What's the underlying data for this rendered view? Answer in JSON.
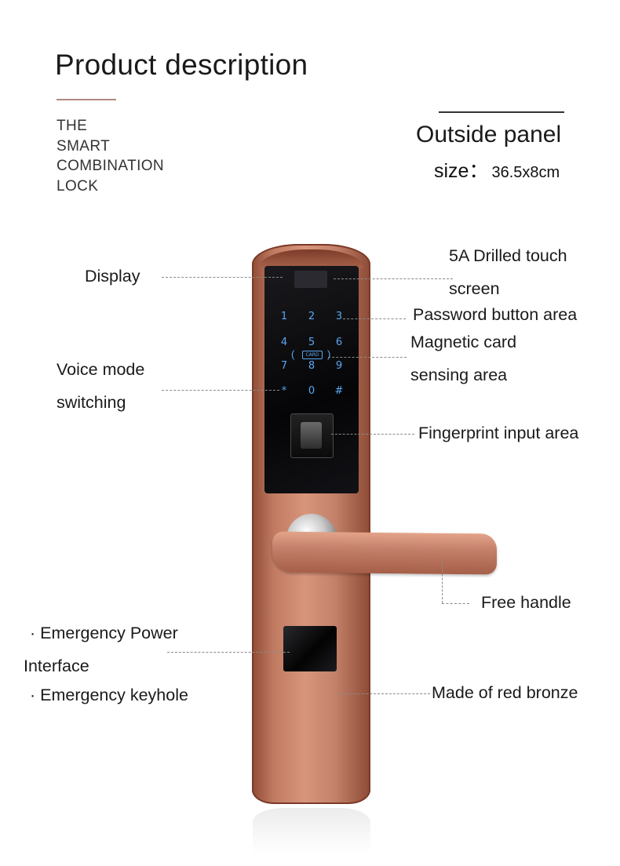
{
  "heading": {
    "title": "Product description",
    "subtitle_lines": [
      "THE",
      "SMART",
      "COMBINATION",
      "LOCK"
    ]
  },
  "panel": {
    "title": "Outside panel",
    "size_label": "size：",
    "size_value": "36.5x8cm"
  },
  "labels": {
    "display": "Display",
    "touch_screen": [
      "5A Drilled touch",
      "screen"
    ],
    "password_area": "Password button area",
    "card_area": [
      "Magnetic card",
      "sensing area"
    ],
    "voice_mode": [
      "Voice mode",
      "switching"
    ],
    "fingerprint": "Fingerprint input area",
    "free_handle": "Free handle",
    "emergency_power": [
      "· Emergency Power",
      "Interface"
    ],
    "emergency_keyhole": "· Emergency keyhole",
    "material": "Made of red bronze"
  },
  "keypad": {
    "keys": [
      "1",
      "2",
      "3",
      "4",
      "5",
      "6",
      "7",
      "8",
      "9",
      "*",
      "0",
      "#"
    ],
    "card_badge": "CARD",
    "card_parens": [
      "(",
      ")"
    ]
  },
  "icons": {
    "fingerprint": "fingerprint-sensor",
    "keyhole": "keyhole-cover"
  },
  "colors": {
    "bronze": "#c07a62",
    "key_glow": "#5aa7f0",
    "screen": "#050507"
  }
}
